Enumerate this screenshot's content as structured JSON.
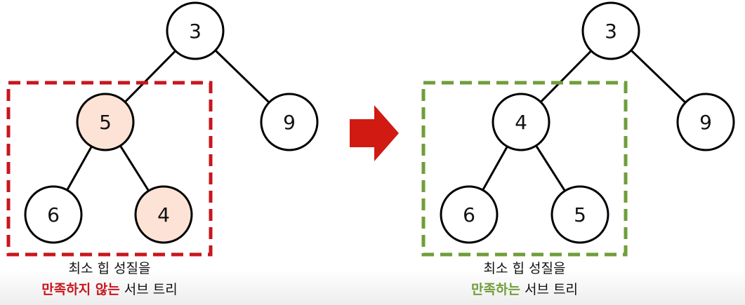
{
  "colors": {
    "bad_box": "#c8161d",
    "good_box": "#6f9e3a",
    "highlight_fill": "#fde3d5",
    "arrow": "#d01a12"
  },
  "left_tree": {
    "root": "3",
    "left": "5",
    "right": "9",
    "left_left": "6",
    "left_right": "4",
    "caption_line1": "최소 힙 성질을",
    "caption_highlight": "만족하지 않는",
    "caption_rest": " 서브 트리"
  },
  "right_tree": {
    "root": "3",
    "left": "4",
    "right": "9",
    "left_left": "6",
    "left_right": "5",
    "caption_line1": "최소 힙 성질을",
    "caption_highlight": "만족하는",
    "caption_rest": " 서브 트리"
  }
}
